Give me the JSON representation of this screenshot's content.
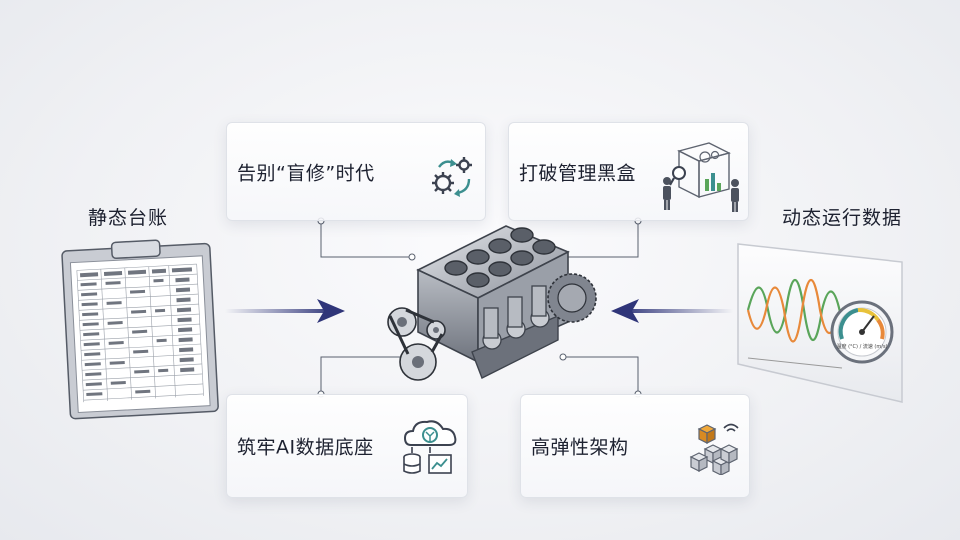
{
  "left_panel": {
    "title": "静态台账"
  },
  "right_panel": {
    "title": "动态运行数据",
    "gauge_text": "温度 (°C) / 流速 (m/s)"
  },
  "cards": {
    "top_left": {
      "label": "告别“盲修”时代",
      "icon": "gears-refresh-icon"
    },
    "top_right": {
      "label": "打破管理黑盒",
      "icon": "box-inspection-icon"
    },
    "bottom_left": {
      "label": "筑牢AI数据底座",
      "icon": "ai-cloud-database-icon"
    },
    "bottom_right": {
      "label": "高弹性架构",
      "icon": "modular-blocks-icon"
    }
  },
  "center": {
    "icon": "engine-block-icon"
  },
  "colors": {
    "arrow": "#2f3579",
    "wave_green": "#5aa55a",
    "wave_orange": "#e8893a",
    "accent_teal": "#3c8f8f"
  }
}
